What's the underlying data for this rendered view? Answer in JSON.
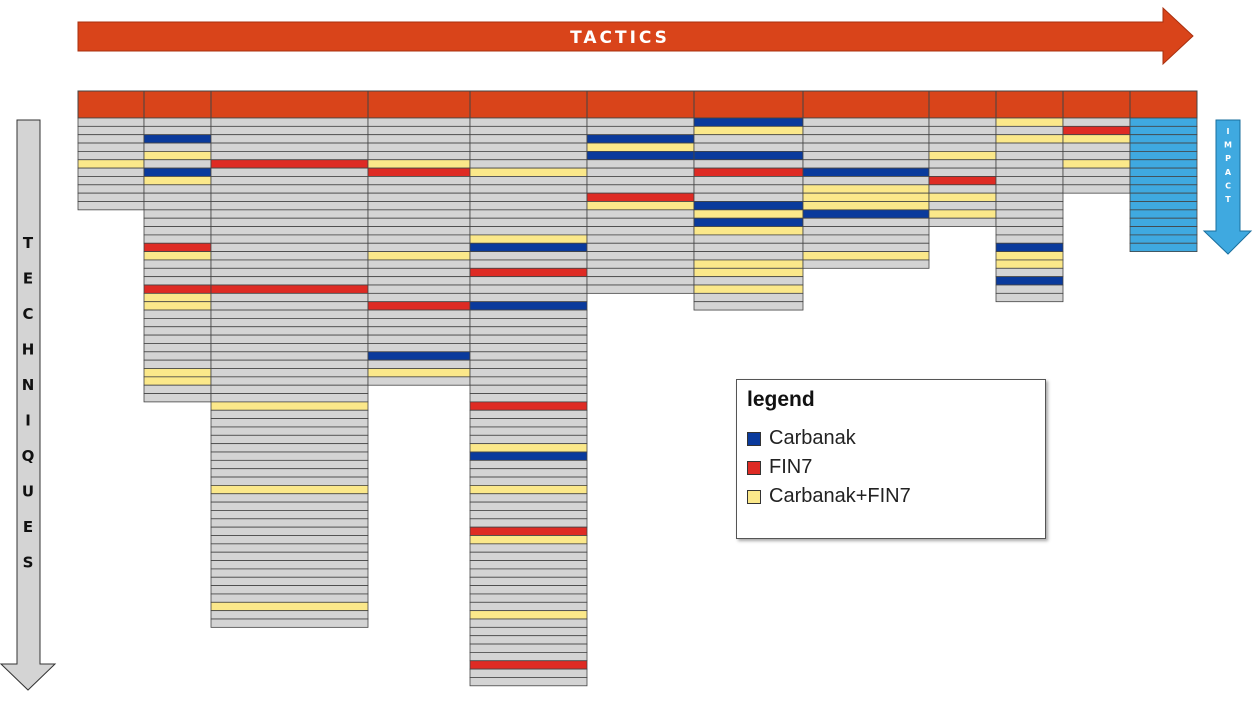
{
  "tactics_arrow": {
    "label": "TACTICS",
    "color": "#D9441A"
  },
  "techniques_arrow": {
    "letters": [
      "T",
      "E",
      "C",
      "H",
      "N",
      "I",
      "Q",
      "U",
      "E",
      "S"
    ],
    "color": "#D4D4D4"
  },
  "impact_arrow": {
    "letters": [
      "I",
      "M",
      "P",
      "A",
      "C",
      "T"
    ],
    "color": "#3FA9E0"
  },
  "colors": {
    "header": "#D9441A",
    "cell": "#D4D4D4",
    "cell_border": "#444444",
    "carbanak": "#0A3A9C",
    "fin7": "#DE2B24",
    "both": "#FBE88A",
    "impact": "#3FA9E0"
  },
  "legend": {
    "title": "legend",
    "items": [
      {
        "label": "Carbanak",
        "color": "#0A3A9C"
      },
      {
        "label": "FIN7",
        "color": "#DE2B24"
      },
      {
        "label": "Carbanak+FIN7",
        "color": "#FBE88A"
      }
    ]
  },
  "matrix": {
    "columns": [
      {
        "rows": 11,
        "marks": {
          "5": "both"
        }
      },
      {
        "rows": 34,
        "marks": {
          "2": "carbanak",
          "4": "both",
          "6": "carbanak",
          "7": "both",
          "15": "fin7",
          "16": "both",
          "20": "fin7",
          "21": "both",
          "22": "both",
          "30": "both",
          "31": "both"
        }
      },
      {
        "rows": 61,
        "marks": {
          "5": "fin7",
          "20": "fin7",
          "34": "both",
          "44": "both",
          "58": "both"
        }
      },
      {
        "rows": 32,
        "marks": {
          "5": "both",
          "6": "fin7",
          "16": "both",
          "22": "fin7",
          "28": "carbanak",
          "30": "both"
        }
      },
      {
        "rows": 68,
        "marks": {
          "6": "both",
          "14": "both",
          "15": "carbanak",
          "18": "fin7",
          "22": "carbanak",
          "34": "fin7",
          "39": "both",
          "40": "carbanak",
          "44": "both",
          "49": "fin7",
          "50": "both",
          "59": "both",
          "65": "fin7"
        }
      },
      {
        "rows": 21,
        "marks": {
          "2": "carbanak",
          "3": "both",
          "4": "carbanak",
          "9": "fin7",
          "10": "both"
        }
      },
      {
        "rows": 23,
        "marks": {
          "0": "carbanak",
          "1": "both",
          "4": "carbanak",
          "6": "fin7",
          "10": "carbanak",
          "11": "both",
          "12": "carbanak",
          "13": "both",
          "17": "both",
          "18": "both",
          "20": "both"
        }
      },
      {
        "rows": 18,
        "marks": {
          "6": "carbanak",
          "8": "both",
          "9": "both",
          "10": "both",
          "11": "carbanak",
          "16": "both"
        }
      },
      {
        "rows": 13,
        "marks": {
          "4": "both",
          "7": "fin7",
          "9": "both",
          "11": "both"
        }
      },
      {
        "rows": 22,
        "marks": {
          "0": "both",
          "2": "both",
          "15": "carbanak",
          "16": "both",
          "17": "both",
          "19": "carbanak"
        }
      },
      {
        "rows": 9,
        "marks": {
          "1": "fin7",
          "2": "both",
          "5": "both"
        }
      },
      {
        "rows": 16,
        "marks": {},
        "all": "impact"
      }
    ]
  }
}
